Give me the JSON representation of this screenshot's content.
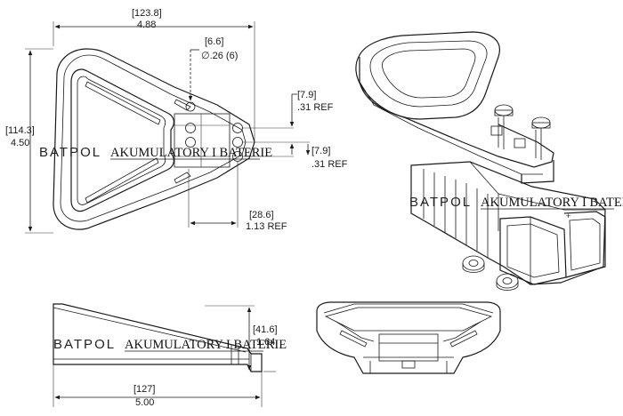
{
  "colors": {
    "line": "#1a1a1a",
    "background": "#ffffff"
  },
  "dimensions": {
    "width_mm": "[123.8]",
    "width_in": "4.88",
    "height_mm": "[114.3]",
    "height_in": "4.50",
    "hole_mm": "[6.6]",
    "hole_in": "∅.26 (6)",
    "pitch1_mm": "[7.9]",
    "pitch1_in": ".31 REF",
    "pitch2_mm": "[7.9]",
    "pitch2_in": ".31 REF",
    "ref_mm": "[28.6]",
    "ref_in": "1.13 REF",
    "side_height_mm": "[41.6]",
    "side_height_in": "1.64",
    "length_mm": "[127]",
    "length_in": "5.00"
  },
  "watermarks": {
    "brand": "BATPOL",
    "tagline": "AKUMULATORY I BATERIE"
  }
}
